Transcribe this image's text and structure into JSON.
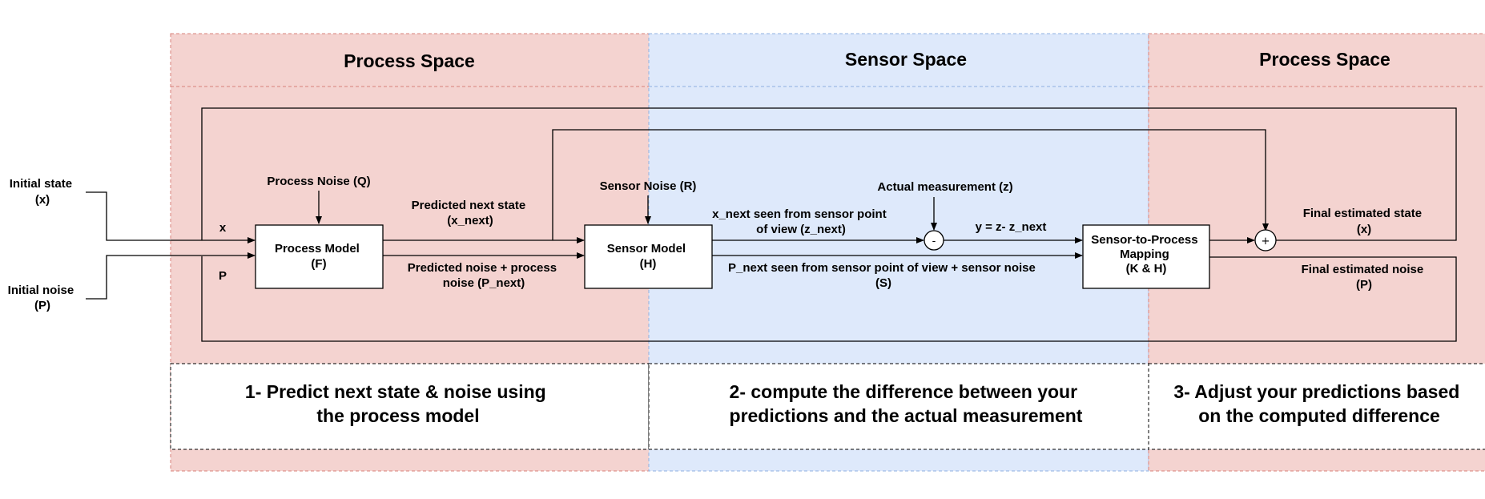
{
  "zones": {
    "left_header": "Process Space",
    "middle_header": "Sensor Space",
    "right_header": "Process Space"
  },
  "colors": {
    "process_fill": "#f4d3d0",
    "sensor_fill": "#dee9fb",
    "process_border": "#d9807a",
    "sensor_border": "#8fb0e0"
  },
  "inputs": {
    "initial_state": [
      "Initial state",
      "(x)"
    ],
    "initial_noise": [
      "Initial noise",
      "(P)"
    ],
    "x_label": "x",
    "p_label": "P"
  },
  "blocks": {
    "process_model": [
      "Process Model",
      "(F)"
    ],
    "sensor_model": [
      "Sensor Model",
      "(H)"
    ],
    "mapping": [
      "Sensor-to-Process",
      "Mapping",
      "(K & H)"
    ]
  },
  "labels": {
    "process_noise": "Process Noise (Q)",
    "sensor_noise": "Sensor Noise (R)",
    "actual_measurement": "Actual measurement (z)",
    "predicted_state": [
      "Predicted next state",
      "(x_next)"
    ],
    "predicted_noise": [
      "Predicted noise + process",
      "noise (P_next)"
    ],
    "x_next_sensor": [
      "x_next seen from sensor point",
      "of view (z_next)"
    ],
    "y_eq": "y = z- z_next",
    "p_next_sensor": [
      "P_next seen from sensor point of view + sensor noise",
      "(S)"
    ],
    "final_state": [
      "Final estimated state",
      "(x)"
    ],
    "final_noise": [
      "Final estimated noise",
      "(P)"
    ],
    "minus_op": "-",
    "plus_op": "+"
  },
  "steps": {
    "step1": [
      "1- Predict next state & noise using",
      "the process model"
    ],
    "step2": [
      "2- compute the difference between your",
      "predictions and the actual measurement"
    ],
    "step3": [
      "3- Adjust your predictions based",
      "on the computed difference"
    ]
  }
}
